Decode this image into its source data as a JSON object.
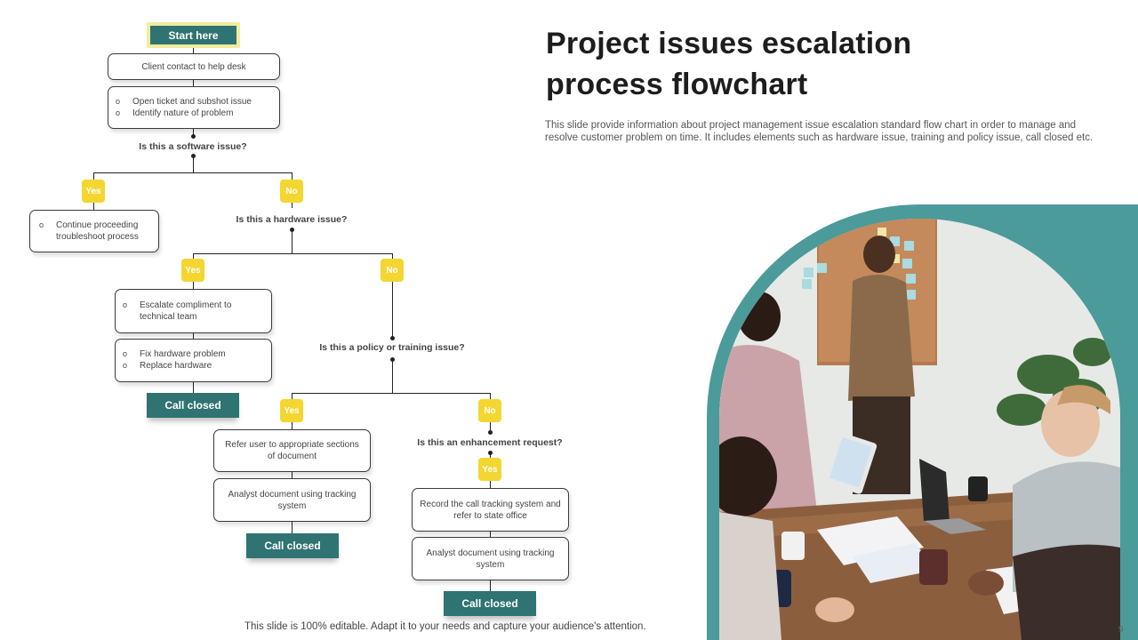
{
  "title": "Project issues escalation process flowchart",
  "description": "This slide provide information about project management issue escalation standard flow chart in order to manage and resolve customer problem on time. It includes elements such as hardware issue, training and policy issue, call closed etc.",
  "footer": "This slide is 100% editable. Adapt it to your needs and capture your audience's attention.",
  "page_number": "9",
  "colors": {
    "teal": "#2f7372",
    "yellow": "#f4d630",
    "frame": "#4b9b9a"
  },
  "flow": {
    "start": "Start here",
    "step1": "Client contact to help desk",
    "step2": [
      "Open ticket and subshot issue",
      "Identify nature of problem"
    ],
    "q1": "Is this a software issue?",
    "q1_yes": "Yes",
    "q1_no": "No",
    "sw_yes_box": [
      "Continue proceeding troubleshoot process"
    ],
    "q2": "Is this a hardware issue?",
    "q2_yes": "Yes",
    "q2_no": "No",
    "hw_box1": [
      "Escalate compliment to technical team"
    ],
    "hw_box2": [
      "Fix hardware problem",
      "Replace hardware"
    ],
    "hw_closed": "Call closed",
    "q3": "Is this a policy or training issue?",
    "q3_yes": "Yes",
    "q3_no": "No",
    "pol_box1": "Refer user to appropriate sections of document",
    "pol_box2": "Analyst document using tracking system",
    "pol_closed": "Call closed",
    "q4": "Is this an enhancement request?",
    "q4_yes": "Yes",
    "enh_box1": "Record the call tracking system and refer to state office",
    "enh_box2": "Analyst document using tracking system",
    "enh_closed": "Call closed"
  }
}
